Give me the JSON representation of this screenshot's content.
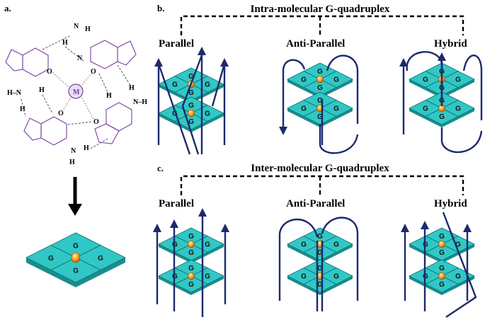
{
  "panel_a": {
    "label": "a.",
    "metal_ion": "M",
    "atoms": {
      "N": "N",
      "H": "H",
      "O": "O",
      "NH": "N–H",
      "HN": "H–N"
    },
    "tile_letter": "G"
  },
  "panel_b": {
    "label": "b.",
    "title": "Intra-molecular G-quadruplex",
    "topologies": [
      "Parallel",
      "Anti-Parallel",
      "Hybrid"
    ]
  },
  "panel_c": {
    "label": "c.",
    "title": "Inter-molecular G-quadruplex",
    "topologies": [
      "Parallel",
      "Anti-Parallel",
      "Hybrid"
    ]
  },
  "colors": {
    "tile": "#31c7c5",
    "tile_side": "#1b8d8d",
    "strand": "#1c2a6e",
    "ion": "#f3a21b",
    "chem": "#7b3fa0"
  }
}
